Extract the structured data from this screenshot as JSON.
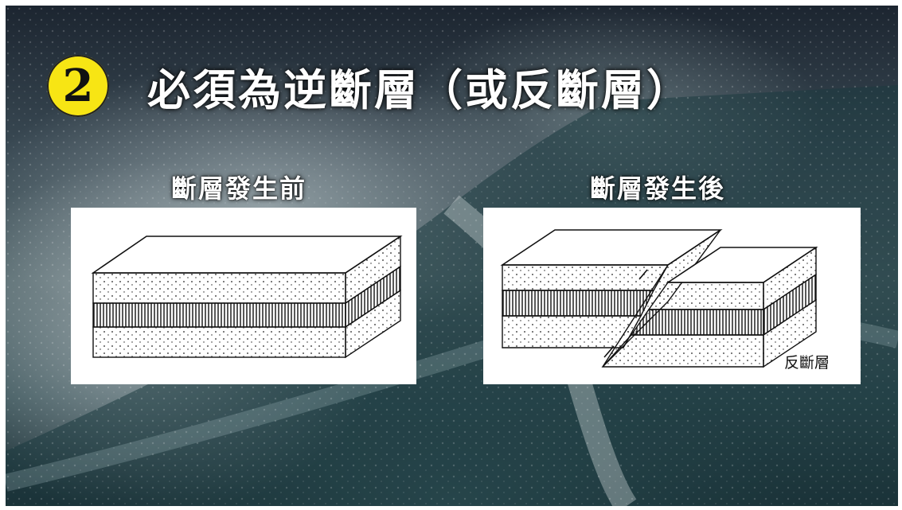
{
  "slide": {
    "badge_number": "2",
    "title": "必須為逆斷層（或反斷層）",
    "before_caption": "斷層發生前",
    "after_caption": "斷層發生後",
    "after_label": "反斷層"
  },
  "colors": {
    "badge": "#f7e514",
    "title_text": "#ffffff",
    "panel_bg": "#ffffff",
    "sea_dark": "#1c2530",
    "sea_mid": "#4d6267"
  },
  "icons": {
    "background": "ocean-wave-image",
    "diagram_before": "rock-layers-block-diagram",
    "diagram_after": "reverse-fault-block-diagram"
  }
}
